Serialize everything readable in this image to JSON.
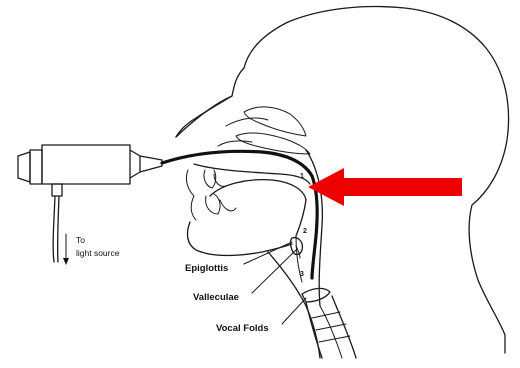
{
  "labels": {
    "to_light_source_line1": "To",
    "to_light_source_line2": "light  source",
    "epiglottis": "Epiglottis",
    "valleculae": "Valleculae",
    "vocal_folds": "Vocal Folds",
    "marker_1": "1",
    "marker_2": "2",
    "marker_3": "3"
  },
  "colors": {
    "arrow": "#ee0000",
    "ink": "#1a1a1a",
    "background": "#ffffff"
  }
}
